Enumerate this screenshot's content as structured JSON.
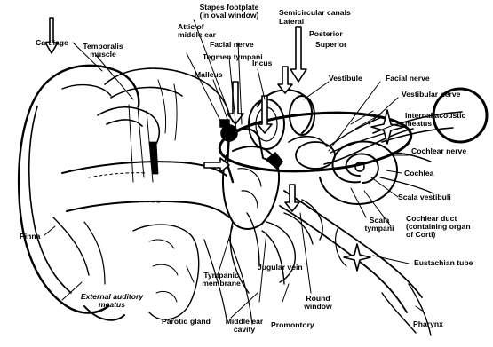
{
  "diagram": {
    "ink_color": "#000000",
    "paper_color": "#ffffff",
    "labels": {
      "stapes_footplate": "Stapes footplate",
      "stapes_footplate_2": "(in oval window)",
      "semicircular_canals": "Semicircular canals",
      "lateral": "Lateral",
      "posterior": "Posterior",
      "superior": "Superior",
      "attic": "Attic of",
      "attic_2": "middle ear",
      "cartilage": "Cartilage",
      "temporalis": "Temporalis",
      "temporalis_2": "muscle",
      "facial_nerve_top": "Facial nerve",
      "tegmen": "Tegmen tympani",
      "malleus": "Malleus",
      "incus": "Incus",
      "vestibule": "Vestibule",
      "facial_nerve_right": "Facial nerve",
      "vestibular_nerve": "Vestibular nerve",
      "internal_acoustic": "Internal acoustic",
      "internal_acoustic_2": "meatus",
      "cochlear_nerve": "Cochlear nerve",
      "cochlea": "Cochlea",
      "scala_vestibuli": "Scala vestibuli",
      "scala_tympani": "Scala",
      "scala_tympani_2": "tympani",
      "cochlear_duct": "Cochlear duct",
      "cochlear_duct_2": "(containing organ",
      "cochlear_duct_3": "of Corti)",
      "eustachian": "Eustachian tube",
      "pinna": "Pinna",
      "external_auditory": "External auditory",
      "external_auditory_2": "meatus",
      "tympanic": "Tympanic",
      "tympanic_2": "membrane",
      "jugular": "Jugular vein",
      "round_window": "Round",
      "round_window_2": "window",
      "parotid": "Parotid gland",
      "middle_ear": "Middle ear",
      "middle_ear_2": "cavity",
      "promontory": "Promontory",
      "pharynx": "Pharynx"
    }
  }
}
